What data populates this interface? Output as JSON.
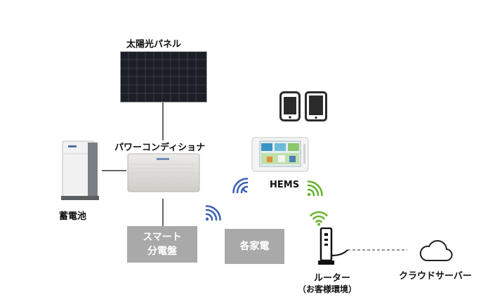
{
  "labels": {
    "solar_panel": "太陽光パネル",
    "power_conditioner": "パワーコンディショナ",
    "storage_battery": "蓄電池",
    "hems": "HEMS",
    "router": "ルーター",
    "router_note": "（お客様環境）",
    "cloud_server": "クラウドサーバー"
  },
  "boxes": {
    "distribution_board_line1": "スマート",
    "distribution_board_line2": "分電盤",
    "appliances": "各家電"
  },
  "colors": {
    "wifi_blue": "#3f63b5",
    "wifi_green": "#66b32e",
    "box_gray": "#a9a9a9",
    "line": "#333333"
  },
  "icons": [
    "solar-panel-icon",
    "storage-battery-icon",
    "power-conditioner-icon",
    "hems-monitor-icon",
    "smartphone-icon",
    "tablet-icon",
    "wifi-icon",
    "router-icon",
    "cloud-icon"
  ]
}
